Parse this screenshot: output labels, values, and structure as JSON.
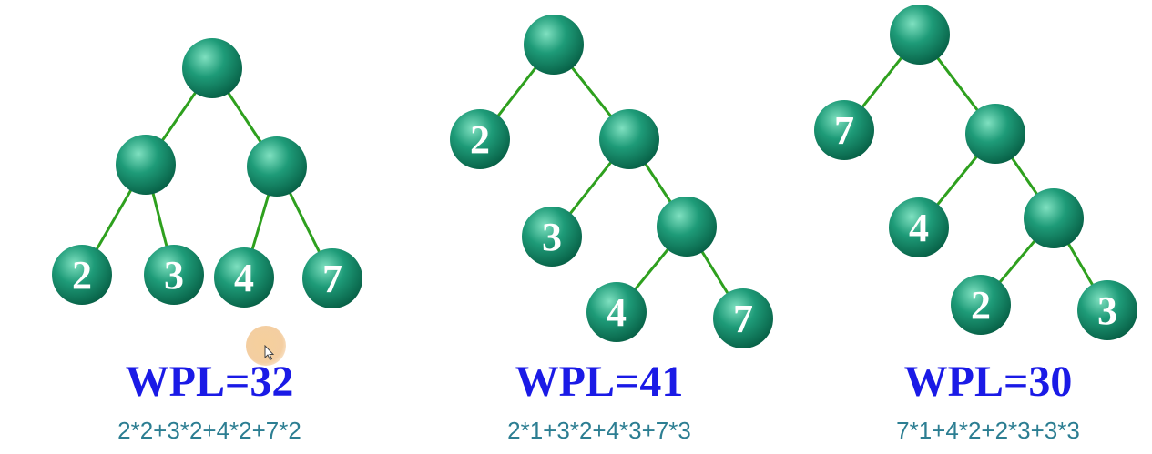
{
  "colors": {
    "node": "#1e9b78",
    "node_light": "#7fe0c0",
    "node_dark": "#075f45",
    "edge": "#2ea01e",
    "label": "#ffffff",
    "wpl": "#1a1ae6",
    "formula": "#2c7e92"
  },
  "trees": [
    {
      "wpl": "WPL=32",
      "formula": "2*2+3*2+4*2+7*2",
      "nodes": [
        {
          "id": "r",
          "label": ""
        },
        {
          "id": "a",
          "label": ""
        },
        {
          "id": "b",
          "label": ""
        },
        {
          "id": "l2",
          "label": "2"
        },
        {
          "id": "l3",
          "label": "3"
        },
        {
          "id": "l4",
          "label": "4"
        },
        {
          "id": "l7",
          "label": "7"
        }
      ],
      "edges": [
        [
          "r",
          "a"
        ],
        [
          "r",
          "b"
        ],
        [
          "a",
          "l2"
        ],
        [
          "a",
          "l3"
        ],
        [
          "b",
          "l4"
        ],
        [
          "b",
          "l7"
        ]
      ]
    },
    {
      "wpl": "WPL=41",
      "formula": "2*1+3*2+4*3+7*3",
      "nodes": [
        {
          "id": "r",
          "label": ""
        },
        {
          "id": "l2",
          "label": "2"
        },
        {
          "id": "a",
          "label": ""
        },
        {
          "id": "l3",
          "label": "3"
        },
        {
          "id": "b",
          "label": ""
        },
        {
          "id": "l4",
          "label": "4"
        },
        {
          "id": "l7",
          "label": "7"
        }
      ],
      "edges": [
        [
          "r",
          "l2"
        ],
        [
          "r",
          "a"
        ],
        [
          "a",
          "l3"
        ],
        [
          "a",
          "b"
        ],
        [
          "b",
          "l4"
        ],
        [
          "b",
          "l7"
        ]
      ]
    },
    {
      "wpl": "WPL=30",
      "formula": "7*1+4*2+2*3+3*3",
      "nodes": [
        {
          "id": "r",
          "label": ""
        },
        {
          "id": "l7",
          "label": "7"
        },
        {
          "id": "a",
          "label": ""
        },
        {
          "id": "l4",
          "label": "4"
        },
        {
          "id": "b",
          "label": ""
        },
        {
          "id": "l2",
          "label": "2"
        },
        {
          "id": "l3",
          "label": "3"
        }
      ],
      "edges": [
        [
          "r",
          "l7"
        ],
        [
          "r",
          "a"
        ],
        [
          "a",
          "l4"
        ],
        [
          "a",
          "b"
        ],
        [
          "b",
          "l2"
        ],
        [
          "b",
          "l3"
        ]
      ]
    }
  ]
}
